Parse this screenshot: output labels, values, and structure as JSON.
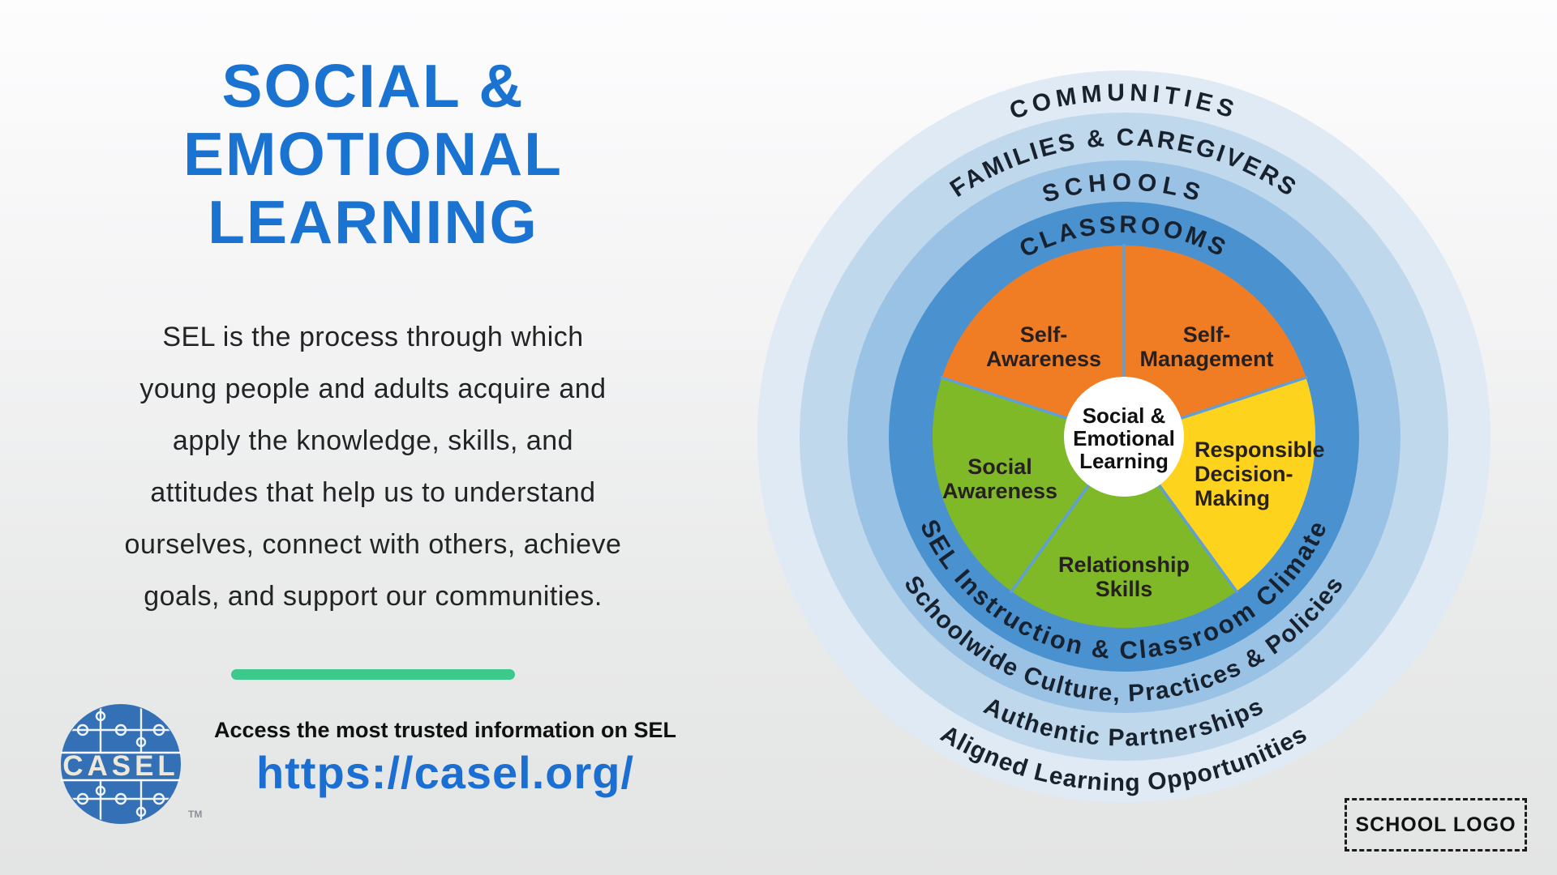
{
  "left_panel": {
    "title_lines": [
      "SOCIAL &",
      "EMOTIONAL",
      "LEARNING"
    ],
    "title_color": "#1b73d1",
    "description_lines": [
      "SEL is the process through which",
      "young people and adults acquire and",
      "apply the knowledge, skills, and",
      "attitudes that help us to understand",
      "ourselves, connect with others, achieve",
      "goals, and support our communities."
    ],
    "divider_color": "#3cc98b",
    "tagline": "Access the most trusted information on SEL",
    "url": "https://casel.org/",
    "logo": {
      "text": "CASEL",
      "trademark": "TM",
      "color": "#3470b6"
    }
  },
  "wheel": {
    "center_lines": [
      "Social &",
      "Emotional",
      "Learning"
    ],
    "rings": [
      {
        "label": "COMMUNITIES",
        "bottom_label": "Aligned Learning Opportunities",
        "color": "#dfeaf4"
      },
      {
        "label": "FAMILIES & CAREGIVERS",
        "bottom_label": "Authentic Partnerships",
        "color": "#bfd8ec"
      },
      {
        "label": "SCHOOLS",
        "bottom_label": "Schoolwide Culture, Practices & Policies",
        "color": "#9ac2e5"
      },
      {
        "label": "CLASSROOMS",
        "bottom_label": "SEL Instruction & Classroom Climate",
        "color": "#4a91d0"
      }
    ],
    "segments": [
      {
        "name": "Self-Awareness",
        "lines": [
          "Self-",
          "Awareness"
        ],
        "color": "#f07d23"
      },
      {
        "name": "Self-Management",
        "lines": [
          "Self-",
          "Management"
        ],
        "color": "#f07d23"
      },
      {
        "name": "Responsible Decision-Making",
        "lines": [
          "Responsible",
          "Decision-",
          "Making"
        ],
        "color": "#fdd31d"
      },
      {
        "name": "Relationship Skills",
        "lines": [
          "Relationship",
          "Skills"
        ],
        "color": "#80b928"
      },
      {
        "name": "Social Awareness",
        "lines": [
          "Social",
          "Awareness"
        ],
        "color": "#80b928"
      }
    ],
    "divider_color": "#5f9fd6"
  },
  "school_logo_label": "SCHOOL LOGO"
}
